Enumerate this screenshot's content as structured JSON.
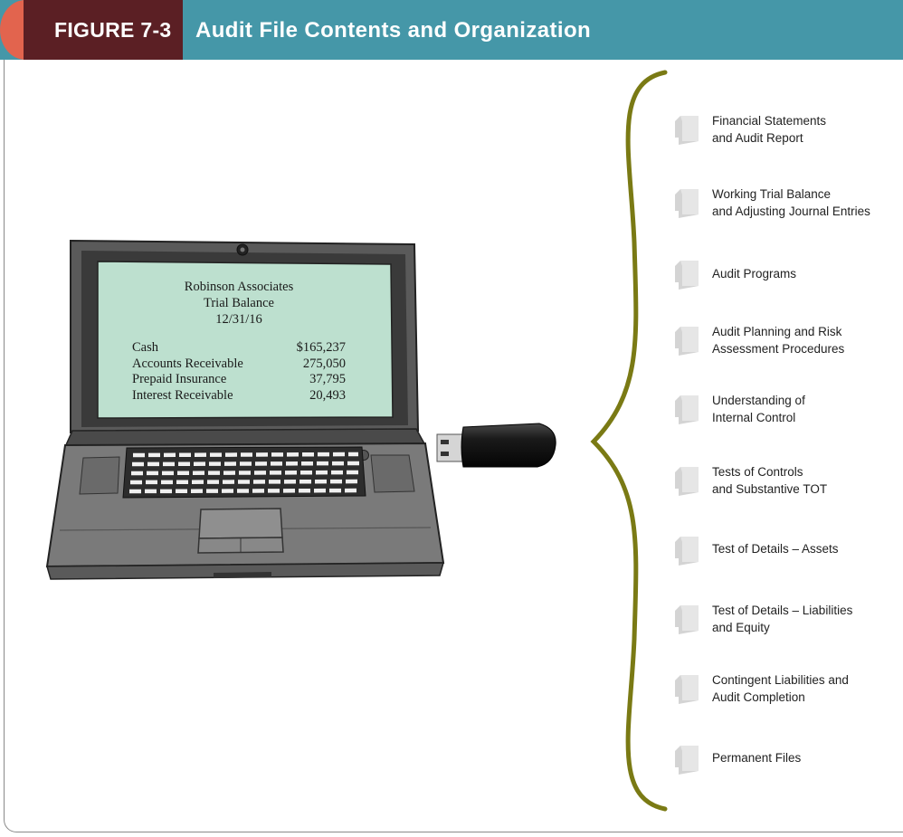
{
  "header": {
    "figure_label": "FIGURE 7-3",
    "title": "Audit File Contents and Organization",
    "colors": {
      "bar": "#4597a8",
      "tag": "#5b1f24",
      "accent": "#e2644e"
    }
  },
  "laptop_screen": {
    "company": "Robinson Associates",
    "report": "Trial Balance",
    "date": "12/31/16",
    "rows": [
      {
        "account": "Cash",
        "amount": "$165,237"
      },
      {
        "account": "Accounts Receivable",
        "amount": "275,050"
      },
      {
        "account": "Prepaid Insurance",
        "amount": "37,795"
      },
      {
        "account": "Interest Receivable",
        "amount": "20,493"
      }
    ],
    "screen_color": "#bde0cf"
  },
  "brace_color": "#7a7a14",
  "file_icon": "document-icon",
  "audit_files": [
    {
      "line1": "Financial Statements",
      "line2": "and Audit Report"
    },
    {
      "line1": "Working Trial Balance",
      "line2": "and Adjusting Journal Entries"
    },
    {
      "line1": "Audit Programs",
      "line2": ""
    },
    {
      "line1": "Audit Planning and Risk",
      "line2": "Assessment Procedures"
    },
    {
      "line1": "Understanding of",
      "line2": "Internal Control"
    },
    {
      "line1": "Tests of Controls",
      "line2": "and Substantive TOT"
    },
    {
      "line1": "Test of Details – Assets",
      "line2": ""
    },
    {
      "line1": "Test of Details – Liabilities",
      "line2": "and Equity"
    },
    {
      "line1": "Contingent Liabilities and",
      "line2": "Audit Completion"
    },
    {
      "line1": "Permanent Files",
      "line2": ""
    }
  ]
}
